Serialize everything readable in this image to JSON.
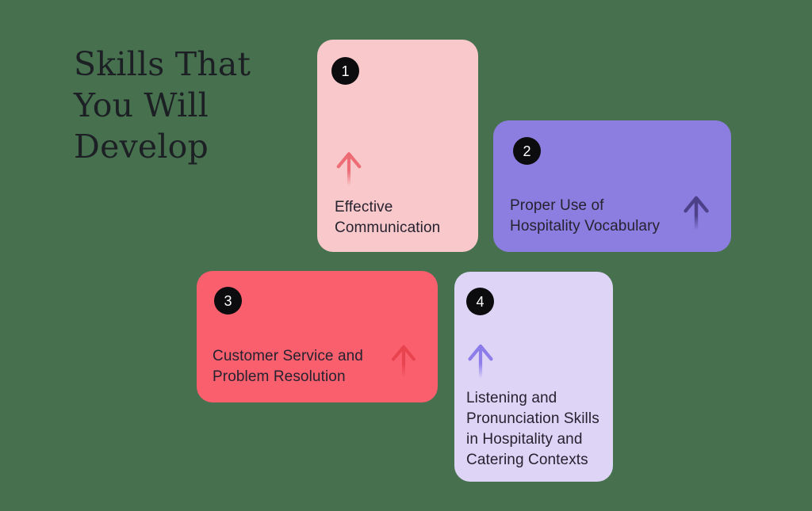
{
  "background_color": "#47714E",
  "title": {
    "text": "Skills That You Will Develop",
    "color": "#1C2024",
    "lines": [
      "Skills That",
      "You Will",
      "Develop"
    ]
  },
  "cards": [
    {
      "number": "1",
      "label": "Effective Communication",
      "lines": [
        "Effective",
        "Communication"
      ],
      "bg": "#F9C8CA",
      "arrow_color": "#ED6A73",
      "arrow_icon": "up-arrow-icon"
    },
    {
      "number": "2",
      "label": "Proper Use of Hospitality Vocabulary",
      "lines": [
        "Proper Use of",
        "Hospitality Vocabulary"
      ],
      "bg": "#8C7EE0",
      "arrow_color": "#4C3F87",
      "arrow_icon": "up-arrow-icon"
    },
    {
      "number": "3",
      "label": "Customer Service and Problem Resolution",
      "lines": [
        "Customer Service and",
        "Problem Resolution"
      ],
      "bg": "#F95F6C",
      "arrow_color": "#E8434F",
      "arrow_icon": "up-arrow-icon"
    },
    {
      "number": "4",
      "label": "Listening and Pronunciation Skills in Hospitality and Catering Contexts",
      "lines": [
        "Listening and",
        "Pronunciation Skills",
        "in Hospitality and",
        "Catering Contexts"
      ],
      "bg": "#DED4F6",
      "arrow_color": "#8B7BEA",
      "arrow_icon": "up-arrow-icon"
    }
  ],
  "text_color": "#262230",
  "badge_color": "#0C0C0E",
  "badge_number_color": "#FFFFFF"
}
